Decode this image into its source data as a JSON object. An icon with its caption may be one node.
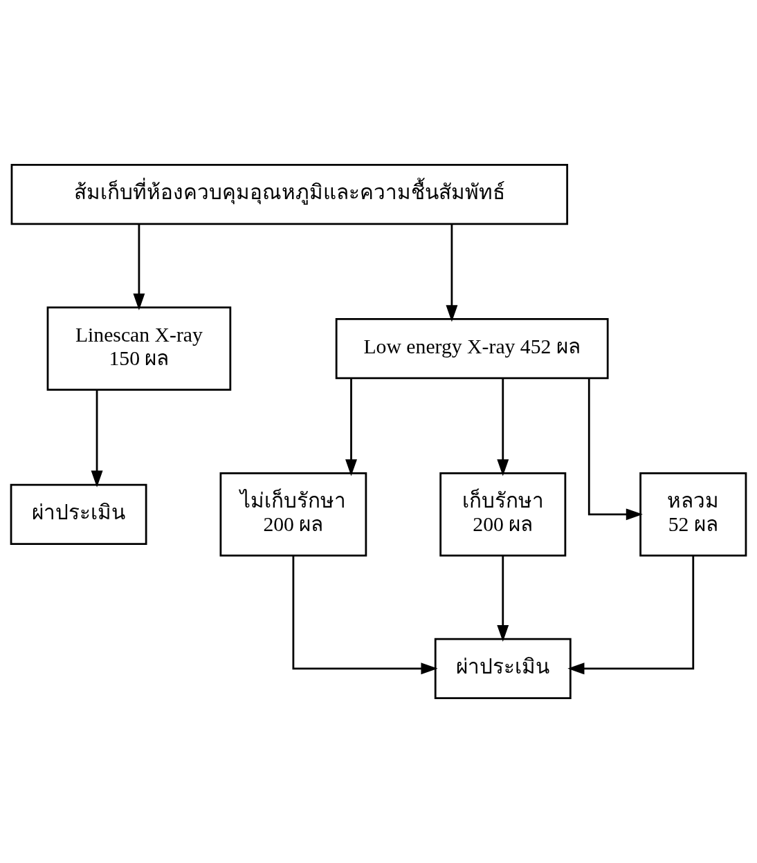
{
  "diagram": {
    "nodes": [
      {
        "text": [
          "ส้มเก็บที่ห้องควบคุมอุณหภูมิและความชื้นสัมพัทธ์"
        ]
      },
      {
        "text": [
          "Linescan X-ray",
          "150 ผล"
        ]
      },
      {
        "text": [
          "Low energy X-ray 452 ผล"
        ]
      },
      {
        "text": [
          "ผ่าประเมิน"
        ]
      },
      {
        "text": [
          "ไม่เก็บรักษา",
          "200 ผล"
        ]
      },
      {
        "text": [
          "เก็บรักษา",
          "200 ผล"
        ]
      },
      {
        "text": [
          "หลวม",
          "52 ผล"
        ]
      },
      {
        "text": [
          "ผ่าประเมิน"
        ]
      }
    ],
    "edges": [
      {
        "from": 0,
        "to": 1,
        "arrow": "to"
      },
      {
        "from": 0,
        "to": 2,
        "arrow": "to"
      },
      {
        "from": 1,
        "to": 3,
        "arrow": "to"
      },
      {
        "from": 2,
        "to": 4,
        "arrow": "to"
      },
      {
        "from": 2,
        "to": 5,
        "arrow": "to"
      },
      {
        "from": 2,
        "to": 6,
        "arrow": "to"
      },
      {
        "from": 4,
        "to": 7,
        "arrow": "to"
      },
      {
        "from": 5,
        "to": 7,
        "arrow": "to"
      },
      {
        "from": 6,
        "to": 7,
        "arrow": "to"
      }
    ]
  }
}
